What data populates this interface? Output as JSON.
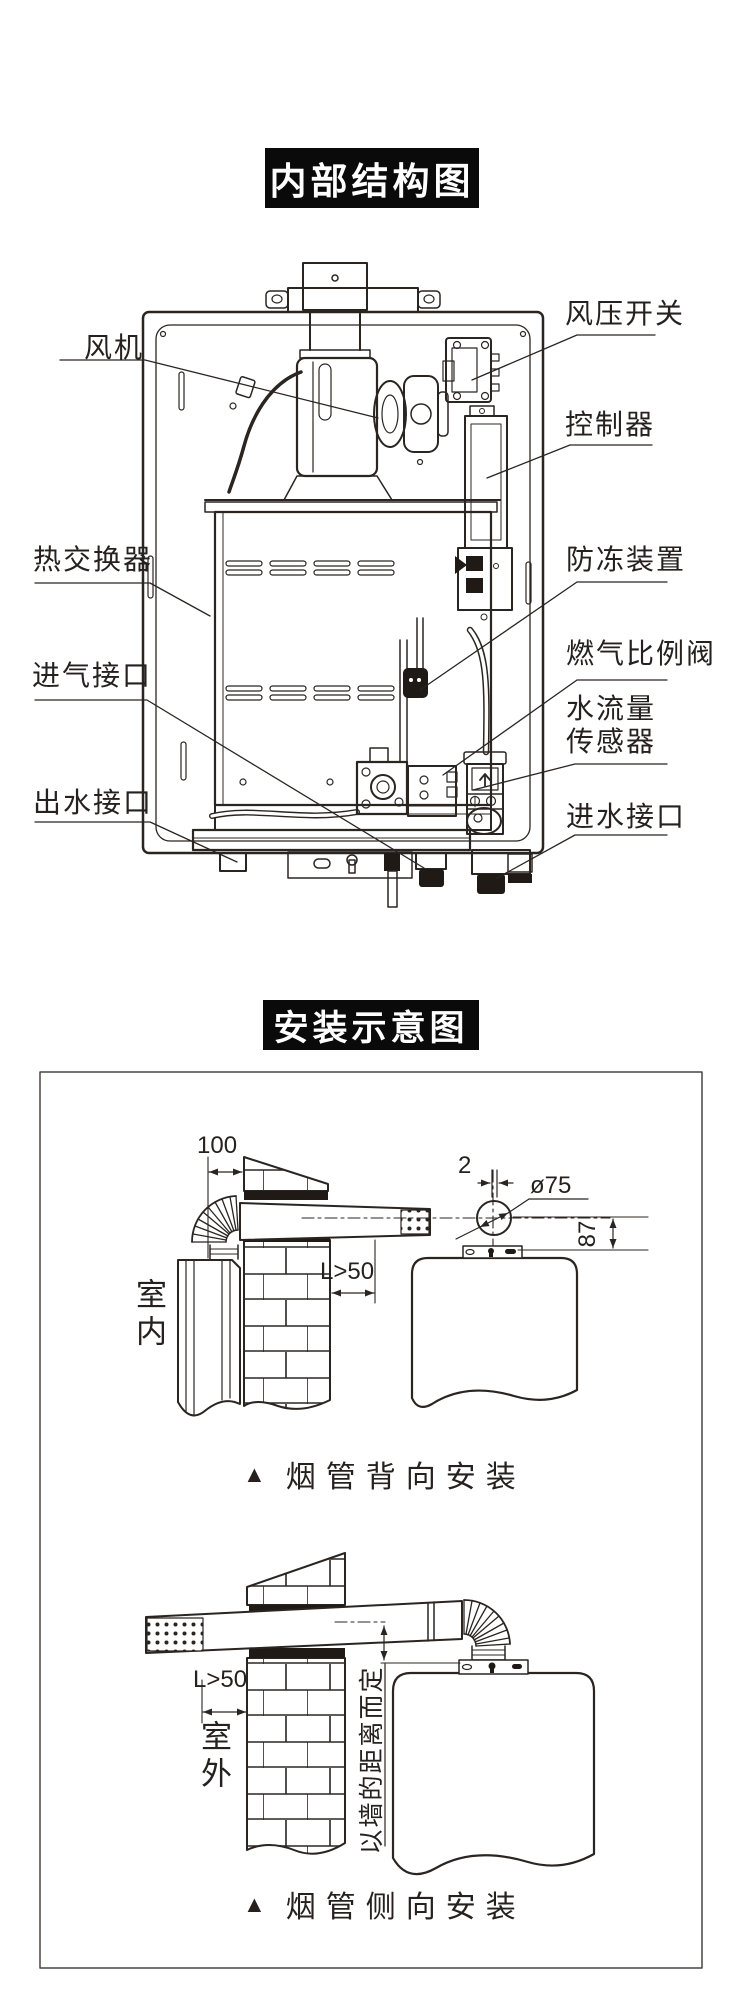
{
  "document": {
    "sections": {
      "internal_structure": {
        "title": "内部结构图",
        "labels": {
          "fan": "风机",
          "air_pressure_switch": "风压开关",
          "controller": "控制器",
          "heat_exchanger": "热交换器",
          "antifreeze_device": "防冻装置",
          "gas_inlet": "进气接口",
          "gas_proportional_valve": "燃气比例阀",
          "water_flow_sensor_line1": "水流量",
          "water_flow_sensor_line2": "传感器",
          "water_outlet": "出水接口",
          "water_inlet": "进水接口"
        }
      },
      "installation": {
        "title": "安装示意图",
        "rear_install": {
          "marker": "▲",
          "caption": "烟管背向安装",
          "room_label": "室内",
          "dims": {
            "wall_offset": "100",
            "gap": "2",
            "flue_diameter": "ø75",
            "distance_below_center": "87",
            "protrusion": "L>50"
          }
        },
        "side_install": {
          "marker": "▲",
          "caption": "烟管侧向安装",
          "room_label": "室外",
          "note": "以墙的距离而定",
          "dims": {
            "protrusion": "L>50"
          }
        }
      }
    }
  },
  "colors": {
    "ink": "#2b2521",
    "title_bg": "#0a0a0a",
    "title_fg": "#ffffff"
  }
}
